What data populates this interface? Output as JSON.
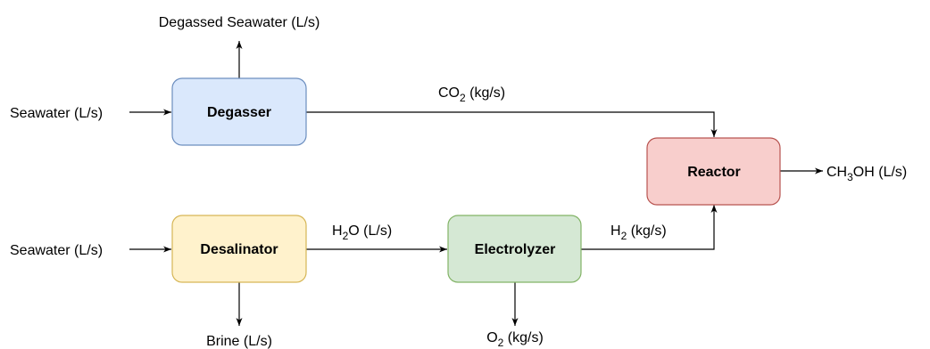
{
  "nodes": {
    "degasser": {
      "label": "Degasser",
      "fill": "#dae8fc",
      "stroke": "#6c8ebf"
    },
    "desalinator": {
      "label": "Desalinator",
      "fill": "#fff2cc",
      "stroke": "#d6b656"
    },
    "electrolyzer": {
      "label": "Electrolyzer",
      "fill": "#d5e8d4",
      "stroke": "#82b366"
    },
    "reactor": {
      "label": "Reactor",
      "fill": "#f8cecc",
      "stroke": "#b85450"
    }
  },
  "flows": {
    "seawater_in_top": "Seawater (L/s)",
    "seawater_in_bottom": "Seawater (L/s)",
    "degassed_seawater": "Degassed Seawater (L/s)",
    "co2": {
      "pre": "CO",
      "sub": "2",
      "post": " (kg/s)"
    },
    "h2o": {
      "pre": "H",
      "sub": "2",
      "post": "O (L/s)"
    },
    "h2": {
      "pre": "H",
      "sub": "2",
      "post": " (kg/s)"
    },
    "o2": {
      "pre": "O",
      "sub": "2",
      "post": " (kg/s)"
    },
    "brine": "Brine (L/s)",
    "ch3oh": {
      "pre": "CH",
      "sub": "3",
      "post": "OH (L/s)"
    }
  }
}
